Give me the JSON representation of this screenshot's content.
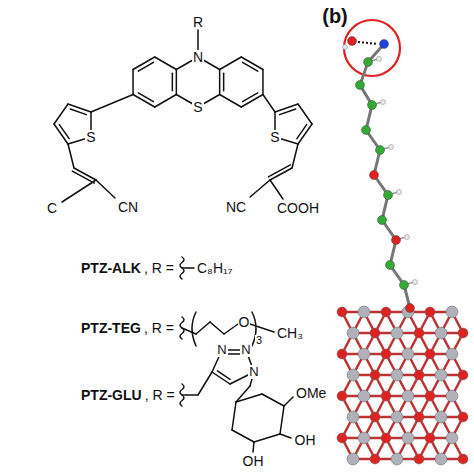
{
  "diagram": {
    "labels": [
      "R",
      "N",
      "S",
      "S",
      "S",
      "CN",
      "C",
      "NC",
      "COOH",
      "PTZ-ALK",
      ", R =",
      "C₈H₁₇",
      "PTZ-TEG",
      ", R =",
      "O",
      "3",
      "CH₃",
      "PTZ-GLU",
      ", R =",
      "N",
      "N",
      "N",
      "OMe",
      "OH",
      "OH",
      "(b)"
    ]
  }
}
